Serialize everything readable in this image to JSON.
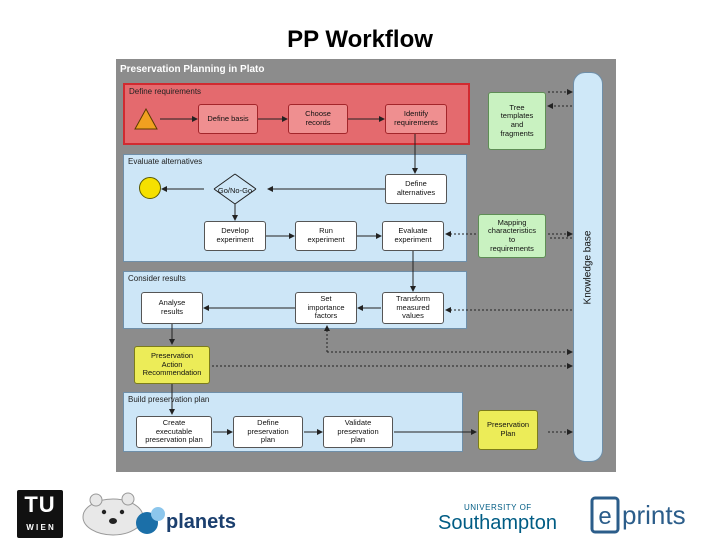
{
  "slide": {
    "title": "PP Workflow"
  },
  "diagram": {
    "title": "Preservation Planning in Plato",
    "knowledge_base": "Knowledge base",
    "phases": {
      "define": "Define requirements",
      "evaluate": "Evaluate alternatives",
      "consider": "Consider results",
      "build": "Build preservation plan"
    },
    "boxes": {
      "define_basis": "Define basis",
      "choose_records": "Choose\nrecords",
      "identify_requirements": "Identify\nrequirements",
      "tree_templates": "Tree\ntemplates\nand\nfragments",
      "go_no_go": "Go/No-Go",
      "define_alternatives": "Define\nalternatives",
      "develop_experiment": "Develop\nexperiment",
      "run_experiment": "Run\nexperiment",
      "evaluate_experiment": "Evaluate\nexperiment",
      "mapping": "Mapping\ncharacteristics\nto\nrequirements",
      "analyse_results": "Analyse\nresults",
      "set_importance": "Set\nimportance\nfactors",
      "transform_values": "Transform\nmeasured\nvalues",
      "recommendation": "Preservation\nAction\nRecommendation",
      "create_plan": "Create\nexecutable\npreservation plan",
      "define_plan": "Define\npreservation\nplan",
      "validate_plan": "Validate\npreservation\nplan",
      "preservation_plan": "Preservation\nPlan"
    }
  },
  "logos": {
    "tu": "TU",
    "wien": "W I E N",
    "planets": "planets",
    "university_of": "UNIVERSITY OF",
    "southampton": "Southampton",
    "eprints": "prints"
  },
  "colors": {
    "diagram_bg": "#8c8c8c",
    "define_phase": "#e46a6e",
    "phase_bg": "#cde6f7",
    "green_box": "#c9f2c1",
    "yellow_box": "#ecec58",
    "start_triangle": "#f0a020",
    "start_circle": "#f5e000",
    "planets_blue": "#1b6fa8"
  }
}
